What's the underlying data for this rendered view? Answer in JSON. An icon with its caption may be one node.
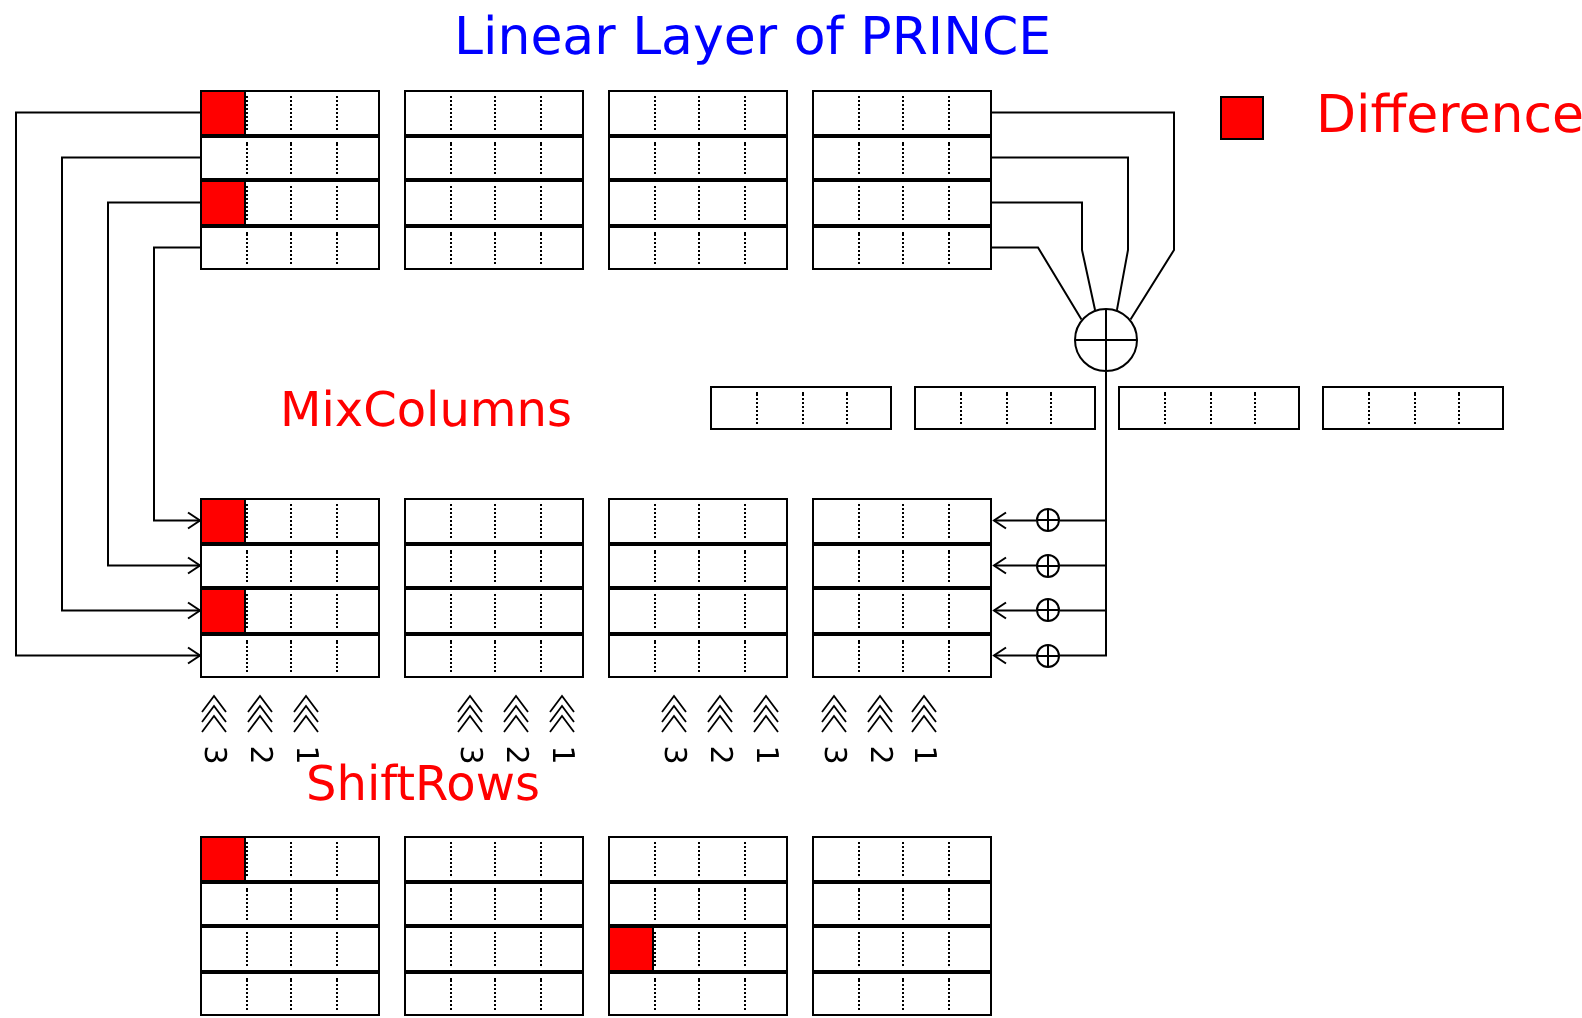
{
  "diagram": {
    "title": "Linear Layer of PRINCE",
    "nodes": [
      {
        "text": [],
        "shape": "box"
      },
      {
        "text": [],
        "shape": "box"
      },
      {
        "text": [],
        "shape": "box"
      },
      {
        "text": [],
        "shape": "box"
      },
      {
        "text": [],
        "shape": "box"
      },
      {
        "text": [],
        "shape": "box"
      },
      {
        "text": [],
        "shape": "box"
      },
      {
        "text": [],
        "shape": "box"
      },
      {
        "text": [],
        "shape": "box"
      },
      {
        "text": [],
        "shape": "box"
      },
      {
        "text": [],
        "shape": "box"
      },
      {
        "text": [],
        "shape": "box"
      },
      {
        "text": [],
        "shape": "box"
      },
      {
        "text": [],
        "shape": "box"
      },
      {
        "text": [],
        "shape": "box"
      },
      {
        "text": [],
        "shape": "box"
      },
      {
        "text": [],
        "shape": "box"
      },
      {
        "text": [],
        "shape": "box"
      },
      {
        "text": [],
        "shape": "box"
      },
      {
        "text": [],
        "shape": "box"
      },
      {
        "text": [],
        "shape": "circle"
      },
      {
        "text": [],
        "shape": "box"
      },
      {
        "text": [],
        "shape": "box"
      },
      {
        "text": [],
        "shape": "box"
      },
      {
        "text": [],
        "shape": "box"
      },
      {
        "text": [],
        "shape": "box"
      },
      {
        "text": [],
        "shape": "box"
      },
      {
        "text": [],
        "shape": "box"
      },
      {
        "text": [],
        "shape": "box"
      },
      {
        "text": [],
        "shape": "box"
      },
      {
        "text": [],
        "shape": "box"
      },
      {
        "text": [],
        "shape": "box"
      },
      {
        "text": [],
        "shape": "box"
      },
      {
        "text": [],
        "shape": "box"
      },
      {
        "text": [],
        "shape": "box"
      },
      {
        "text": [],
        "shape": "box"
      },
      {
        "text": [],
        "shape": "box"
      },
      {
        "text": [],
        "shape": "circle"
      },
      {
        "text": [],
        "shape": "circle"
      },
      {
        "text": [],
        "shape": "circle"
      },
      {
        "text": [],
        "shape": "circle"
      },
      {
        "text": [],
        "shape": "box"
      },
      {
        "text": [],
        "shape": "box"
      },
      {
        "text": [],
        "shape": "box"
      },
      {
        "text": [],
        "shape": "box"
      },
      {
        "text": [],
        "shape": "box"
      },
      {
        "text": [],
        "shape": "box"
      },
      {
        "text": [],
        "shape": "box"
      },
      {
        "text": [],
        "shape": "box"
      },
      {
        "text": [],
        "shape": "box"
      },
      {
        "text": [],
        "shape": "box"
      },
      {
        "text": [],
        "shape": "box"
      },
      {
        "text": [],
        "shape": "box"
      },
      {
        "text": [],
        "shape": "box"
      },
      {
        "text": [],
        "shape": "box"
      },
      {
        "text": [],
        "shape": "box"
      },
      {
        "text": [],
        "shape": "box"
      }
    ],
    "edges": [
      {
        "from": 0,
        "to": 24,
        "arrow": "to"
      },
      {
        "from": 1,
        "to": 23,
        "arrow": "to"
      },
      {
        "from": 2,
        "to": 22,
        "arrow": "to"
      },
      {
        "from": 3,
        "to": 21,
        "arrow": "to"
      },
      {
        "from": 12,
        "to": 20,
        "arrow": "none"
      },
      {
        "from": 13,
        "to": 20,
        "arrow": "none"
      },
      {
        "from": 14,
        "to": 20,
        "arrow": "none"
      },
      {
        "from": 15,
        "to": 20,
        "arrow": "none"
      },
      {
        "from": 20,
        "to": 37,
        "arrow": "none"
      },
      {
        "from": 20,
        "to": 38,
        "arrow": "none"
      },
      {
        "from": 20,
        "to": 39,
        "arrow": "none"
      },
      {
        "from": 20,
        "to": 40,
        "arrow": "none"
      },
      {
        "from": 37,
        "to": 33,
        "arrow": "to"
      },
      {
        "from": 38,
        "to": 34,
        "arrow": "to"
      },
      {
        "from": 39,
        "to": 35,
        "arrow": "to"
      },
      {
        "from": 40,
        "to": 36,
        "arrow": "to"
      }
    ],
    "labels": [
      "MixColumns",
      "3",
      "2",
      "1",
      "3",
      "2",
      "1",
      "3",
      "2",
      "1",
      "3",
      "2",
      "1",
      "ShiftRows"
    ],
    "legend": [
      {
        "text": "Difference",
        "color": "#ff0000"
      }
    ]
  }
}
